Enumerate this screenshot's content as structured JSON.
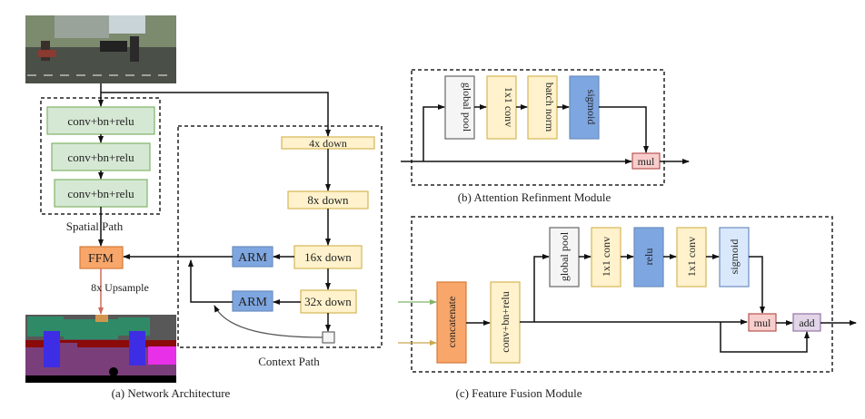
{
  "network_architecture": {
    "caption": "(a) Network Architecture",
    "input_image": "street-scene-photo",
    "output_image": "segmentation-map",
    "spatial_path": {
      "label": "Spatial  Path",
      "blocks": [
        "conv+bn+relu",
        "conv+bn+relu",
        "conv+bn+relu"
      ]
    },
    "context_path": {
      "label": "Context Path",
      "blocks": [
        "4x down",
        "8x down",
        "16x down",
        "32x down"
      ],
      "arm_labels": [
        "ARM",
        "ARM"
      ]
    },
    "ffm_label": "FFM",
    "upsample_label": "8x Upsample"
  },
  "attention_refinement_module": {
    "caption": "(b) Attention Refinment Module",
    "blocks": [
      "global pool",
      "1x1 conv",
      "batch norm",
      "sigmoid"
    ],
    "mul_label": "mul"
  },
  "feature_fusion_module": {
    "caption": "(c) Feature Fusion Module",
    "concat_label": "concatenate",
    "conv_label": "conv+bn+relu",
    "blocks": [
      "global pool",
      "1x1 conv",
      "relu",
      "1x1 conv",
      "sigmoid"
    ],
    "mul_label": "mul",
    "add_label": "add"
  },
  "colors": {
    "green_fill": "#d5e8d4",
    "green_stroke": "#82b366",
    "yellow_fill": "#fff2cc",
    "yellow_stroke": "#d6b656",
    "blue_fill": "#7ea6e0",
    "blue_stroke": "#6c8ebf",
    "lightblue_fill": "#dae8fc",
    "orange_fill": "#f8a66a",
    "orange_stroke": "#d57a38",
    "red_fill": "#f8cecc",
    "red_stroke": "#b85450",
    "purple_fill": "#e1d5e7",
    "purple_stroke": "#9673a6",
    "gray_fill": "#f5f5f5",
    "gray_stroke": "#666666"
  }
}
